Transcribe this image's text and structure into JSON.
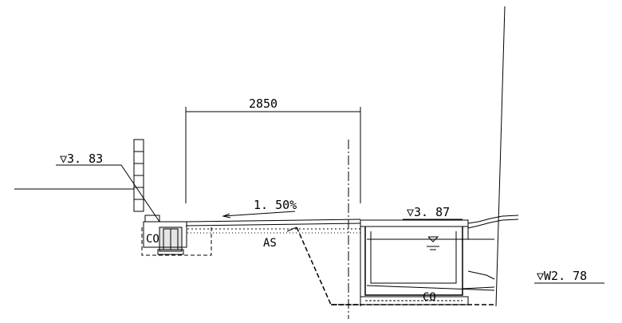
{
  "drawing": {
    "width_dimension": "2850",
    "slope": "1. 50%",
    "level_left": "▽3. 83",
    "level_right": "▽3. 87",
    "water_level": "▽W2. 78",
    "pavement_label": "AS",
    "concrete_label_left": "CO",
    "concrete_label_right": "CO"
  }
}
